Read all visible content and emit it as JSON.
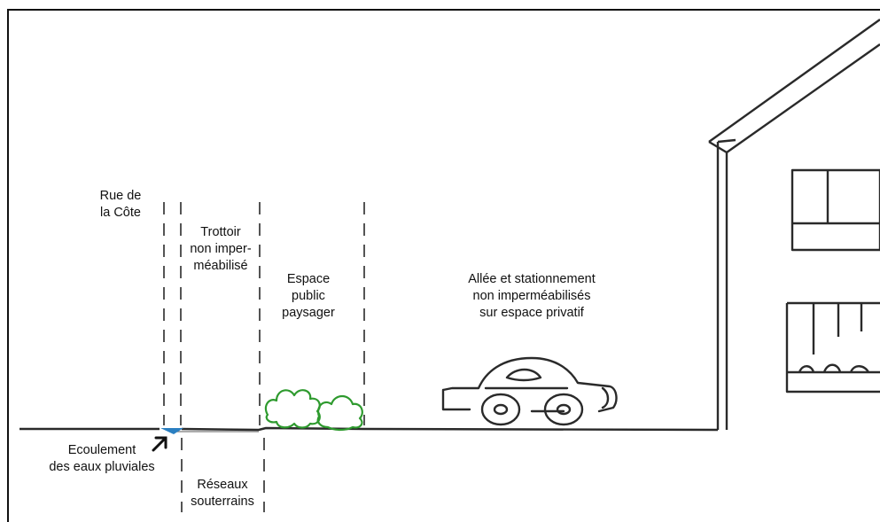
{
  "labels": {
    "street": "Rue de\nla Côte",
    "sidewalk": "Trottoir\nnon imper-\nméabilisé",
    "public_space": "Espace\npublic\npaysager",
    "driveway": "Allée et stationnement\nnon imperméabilisés\nsur espace privatif",
    "runoff": "Ecoulement\ndes eaux pluviales",
    "networks": "Réseaux\nsouterrains"
  },
  "icons": {
    "runoff_arrow": "arrow-up-right-icon",
    "gutter": "water-gutter-icon",
    "car": "car-icon",
    "bushes": "bush-icon",
    "house": "house-icon"
  },
  "colors": {
    "line": "#2a2a2a",
    "gutter_water": "#2a7fc1",
    "bush": "#2e9a2e",
    "background": "#ffffff"
  }
}
